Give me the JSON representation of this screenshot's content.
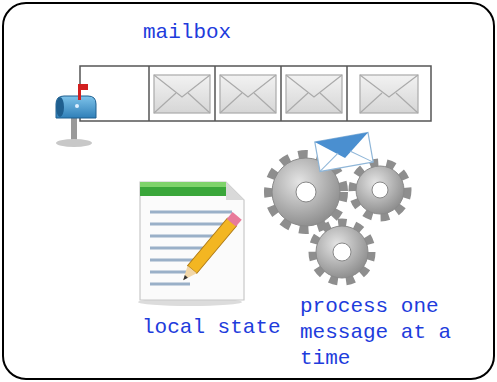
{
  "diagram": {
    "nodes": [
      {
        "text": [
          "mailbox",
          "local state",
          "process one message at a time"
        ]
      }
    ]
  }
}
